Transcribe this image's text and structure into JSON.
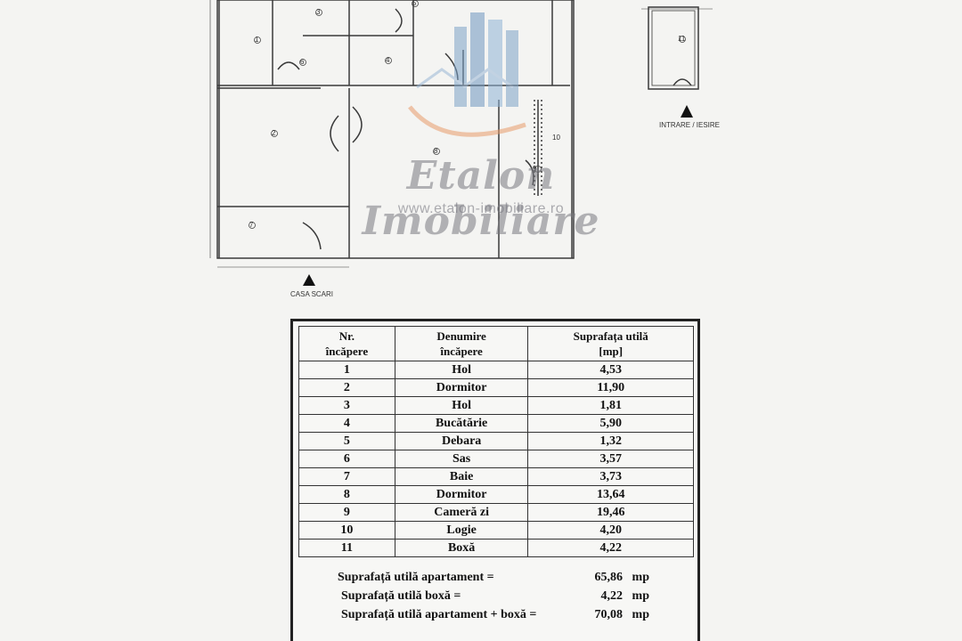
{
  "plan": {
    "entrance_left": "CASA SCARI",
    "entrance_right": "INTRARE / IESIRE",
    "room_numbers": [
      "1",
      "2",
      "3",
      "4",
      "5",
      "6",
      "7",
      "8",
      "9",
      "10",
      "11"
    ]
  },
  "watermark": {
    "brand": "Etalon Imobiliare",
    "url": "www.etalon-imobiliare.ro"
  },
  "table": {
    "headers": {
      "nr_line1": "Nr.",
      "nr_line2": "încăpere",
      "name_line1": "Denumire",
      "name_line2": "încăpere",
      "area_line1": "Suprafața utilă",
      "area_line2": "[mp]"
    },
    "rows": [
      {
        "nr": "1",
        "name": "Hol",
        "area": "4,53"
      },
      {
        "nr": "2",
        "name": "Dormitor",
        "area": "11,90"
      },
      {
        "nr": "3",
        "name": "Hol",
        "area": "1,81"
      },
      {
        "nr": "4",
        "name": "Bucătărie",
        "area": "5,90"
      },
      {
        "nr": "5",
        "name": "Debara",
        "area": "1,32"
      },
      {
        "nr": "6",
        "name": "Sas",
        "area": "3,57"
      },
      {
        "nr": "7",
        "name": "Baie",
        "area": "3,73"
      },
      {
        "nr": "8",
        "name": "Dormitor",
        "area": "13,64"
      },
      {
        "nr": "9",
        "name": "Cameră zi",
        "area": "19,46"
      },
      {
        "nr": "10",
        "name": "Logie",
        "area": "4,20"
      },
      {
        "nr": "11",
        "name": "Boxă",
        "area": "4,22"
      }
    ],
    "totals": [
      {
        "label": "Suprafață utilă apartament =",
        "value": "65,86",
        "unit": "mp"
      },
      {
        "label": "Suprafață utilă boxă =",
        "value": "4,22",
        "unit": "mp"
      },
      {
        "label": "Suprafață utilă apartament + boxă =",
        "value": "70,08",
        "unit": "mp"
      }
    ]
  }
}
